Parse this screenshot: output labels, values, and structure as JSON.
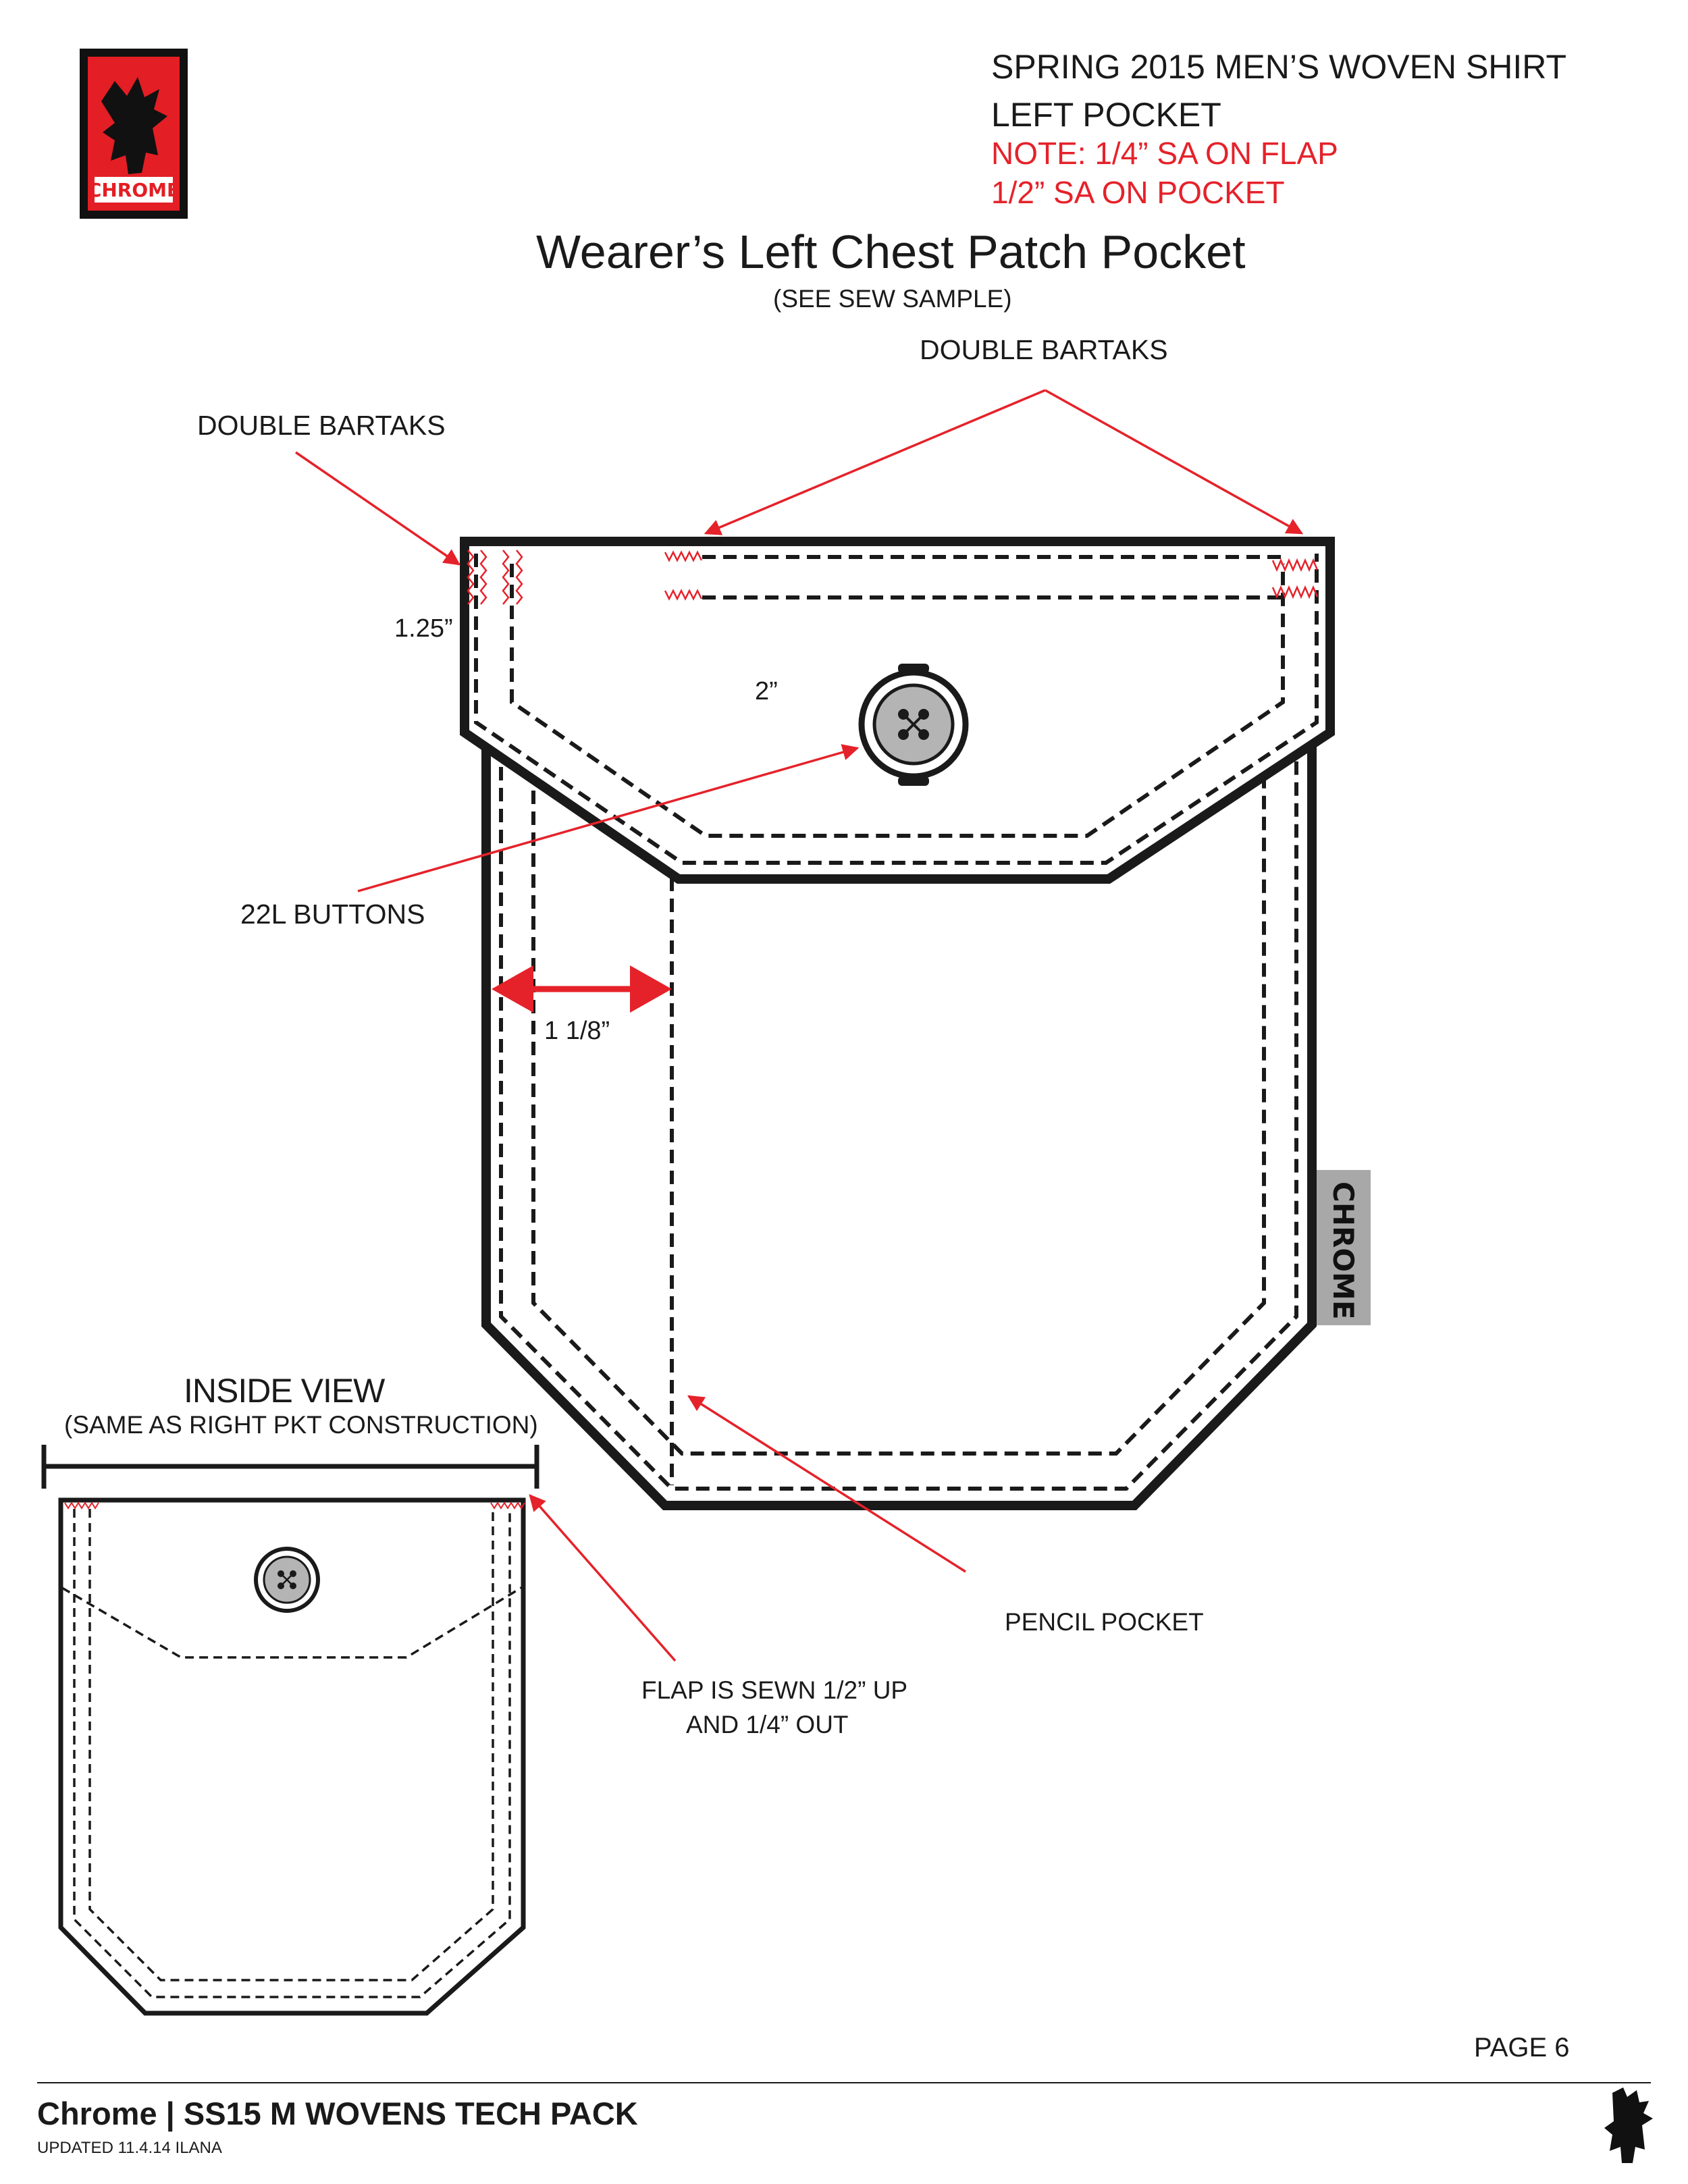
{
  "brand": {
    "logo_text": "CHROME",
    "logo_bg": "#e31e24",
    "logo_frame": "#111111"
  },
  "header": {
    "line1": "SPRING 2015 MEN’S WOVEN SHIRT",
    "line2": "LEFT POCKET",
    "note1": "NOTE: 1/4” SA ON FLAP",
    "note2": "1/2” SA ON POCKET",
    "note_color": "#e5222a"
  },
  "main": {
    "title": "Wearer’s Left Chest Patch Pocket",
    "subtitle": "(SEE SEW SAMPLE)"
  },
  "callouts": {
    "double_bartaks_top": "DOUBLE BARTAKS",
    "double_bartaks_left": "DOUBLE BARTAKS",
    "flap_height": "1.25”",
    "button_width": "2”",
    "buttons": "22L BUTTONS",
    "pencil_width": "1 1/8”",
    "pencil_pocket": "PENCIL POCKET",
    "flap_sewn_line1": "FLAP IS SEWN 1/2” UP",
    "flap_sewn_line2": "AND 1/4” OUT",
    "side_label": "CHROME",
    "arrow_color": "#e5222a"
  },
  "inside_view": {
    "title": "INSIDE VIEW",
    "subtitle": "(SAME AS RIGHT PKT CONSTRUCTION)"
  },
  "footer": {
    "page": "PAGE 6",
    "title": "Chrome | SS15 M WOVENS TECH PACK",
    "updated": "UPDATED 11.4.14 ILANA"
  }
}
